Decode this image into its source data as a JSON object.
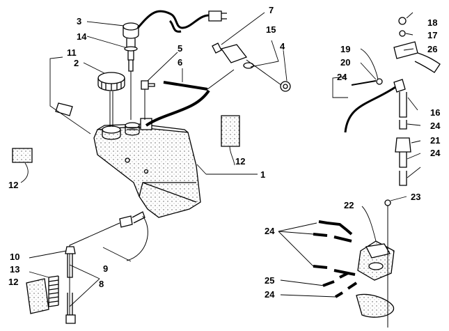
{
  "callouts": {
    "c1": "1",
    "c2": "2",
    "c3": "3",
    "c4": "4",
    "c5": "5",
    "c6": "6",
    "c7": "7",
    "c8": "8",
    "c9": "9",
    "c10": "10",
    "c11": "11",
    "c12a": "12",
    "c12b": "12",
    "c12c": "12",
    "c13": "13",
    "c14": "14",
    "c15": "15",
    "c16": "16",
    "c17": "17",
    "c18": "18",
    "c19": "19",
    "c20": "20",
    "c21": "21",
    "c22": "22",
    "c23": "23",
    "c24a": "24",
    "c24b": "24",
    "c24c": "24",
    "c24d": "24",
    "c24e": "24",
    "c25": "25",
    "c26": "26"
  },
  "colors": {
    "ink": "#000000",
    "paper": "#ffffff",
    "stipple": "#555555"
  }
}
